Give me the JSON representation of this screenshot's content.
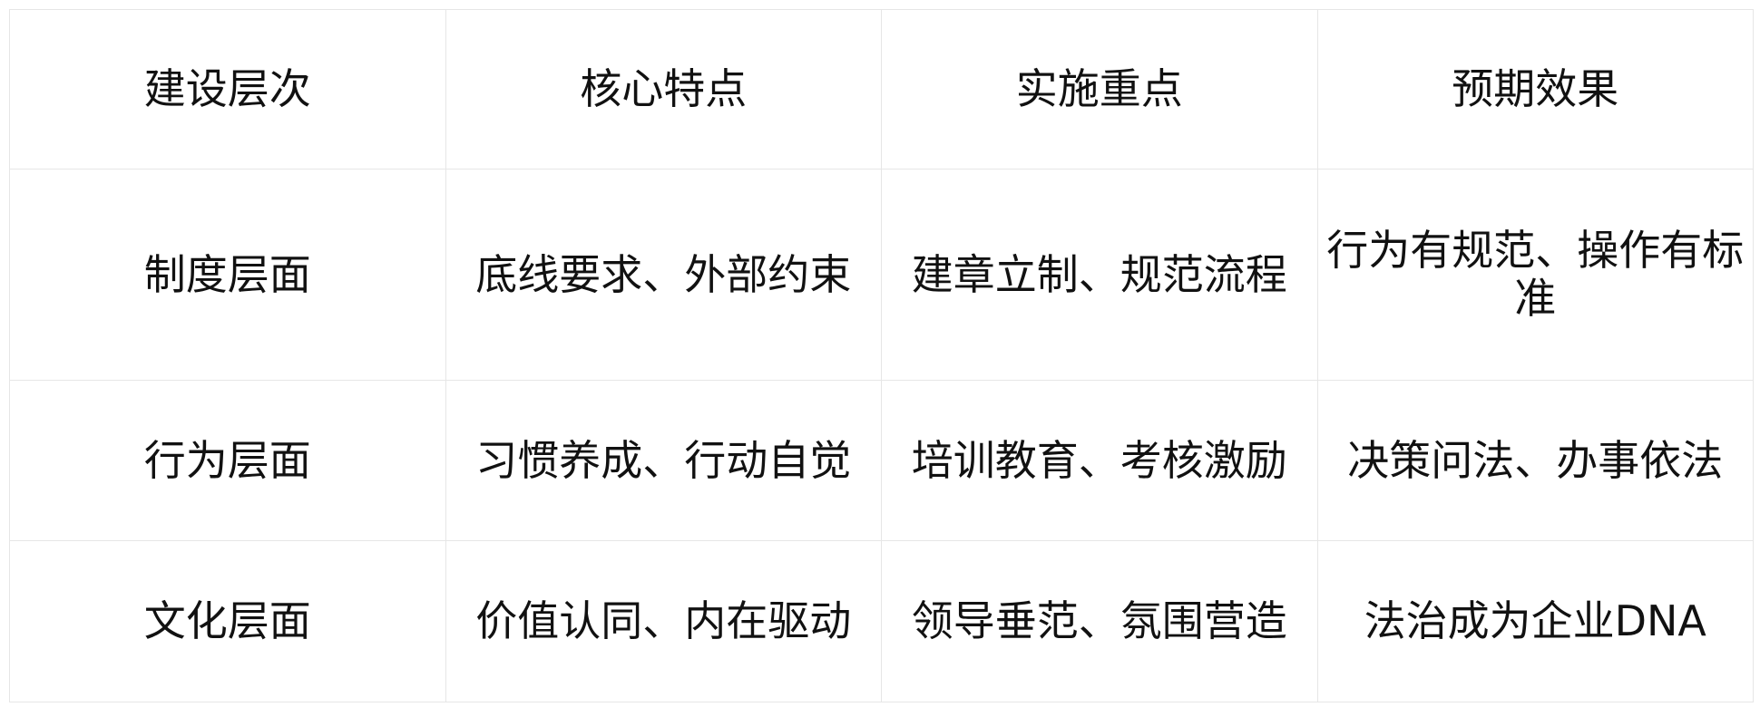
{
  "table": {
    "headers": [
      "建设层次",
      "核心特点",
      "实施重点",
      "预期效果"
    ],
    "rows": [
      [
        "制度层面",
        "底线要求、外部约束",
        "建章立制、规范流程",
        "行为有规范、操作有标准"
      ],
      [
        "行为层面",
        "习惯养成、行动自觉",
        "培训教育、考核激励",
        "决策问法、办事依法"
      ],
      [
        "文化层面",
        "价值认同、内在驱动",
        "领导垂范、氛围营造",
        "法治成为企业DNA"
      ]
    ]
  }
}
